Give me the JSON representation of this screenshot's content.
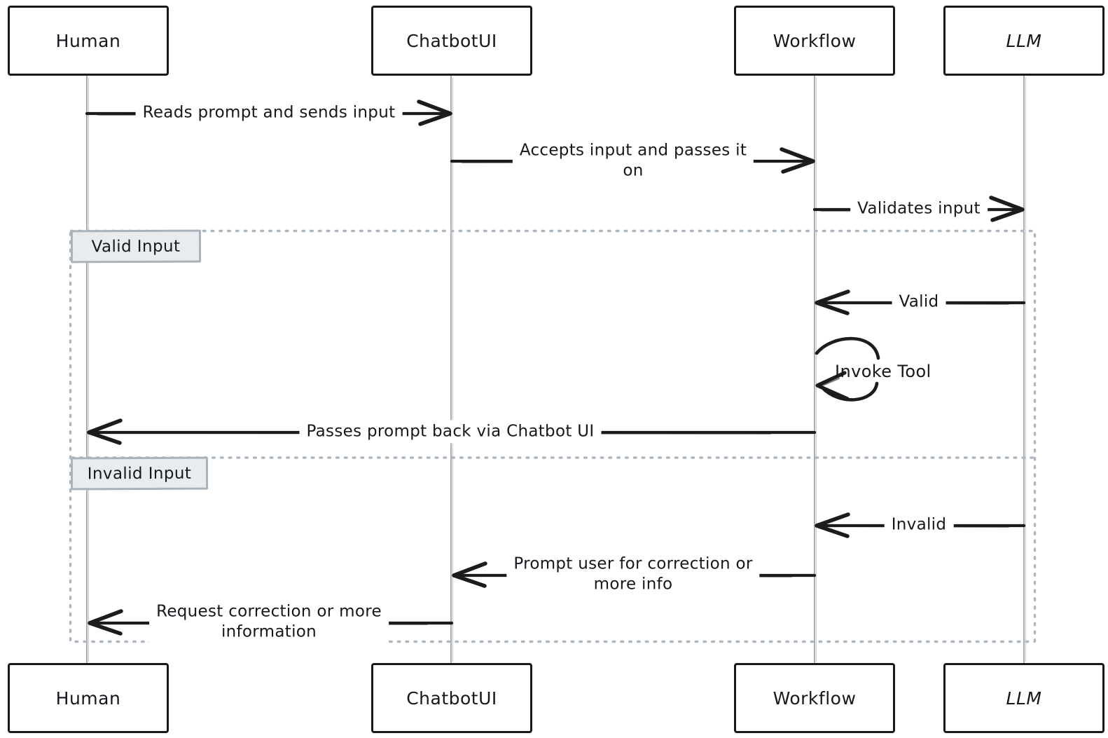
{
  "diagram_type": "sequence-diagram",
  "actors": [
    {
      "id": "human",
      "label": "Human"
    },
    {
      "id": "chatbotui",
      "label": "ChatbotUI"
    },
    {
      "id": "workflow",
      "label": "Workflow"
    },
    {
      "id": "llm",
      "label": "LLM"
    }
  ],
  "sections": {
    "valid": {
      "label": "Valid Input"
    },
    "invalid": {
      "label": "Invalid Input"
    }
  },
  "messages": [
    {
      "from": "Human",
      "to": "ChatbotUI",
      "label": "Reads prompt and sends input"
    },
    {
      "from": "ChatbotUI",
      "to": "Workflow",
      "label": "Accepts input and passes it\non"
    },
    {
      "from": "Workflow",
      "to": "LLM",
      "label": "Validates input"
    },
    {
      "from": "LLM",
      "to": "Workflow",
      "label": "Valid",
      "section": "Valid Input"
    },
    {
      "from": "Workflow",
      "to": "Workflow",
      "label": "Invoke Tool",
      "section": "Valid Input"
    },
    {
      "from": "Workflow",
      "to": "Human",
      "label": "Passes prompt back via Chatbot UI",
      "section": "Valid Input"
    },
    {
      "from": "LLM",
      "to": "Workflow",
      "label": "Invalid",
      "section": "Invalid Input"
    },
    {
      "from": "Workflow",
      "to": "ChatbotUI",
      "label": "Prompt user for correction or\nmore info",
      "section": "Invalid Input"
    },
    {
      "from": "ChatbotUI",
      "to": "Human",
      "label": "Request correction or more\ninformation",
      "section": "Invalid Input"
    }
  ],
  "colors": {
    "arrow": "#1c1c1c",
    "actor_border": "#191919",
    "lifeline": "#9a9fa4",
    "frame_dots": "#aeb7c0",
    "section_label_bg": "#e9ecef",
    "section_label_border": "#a9b3bb"
  }
}
